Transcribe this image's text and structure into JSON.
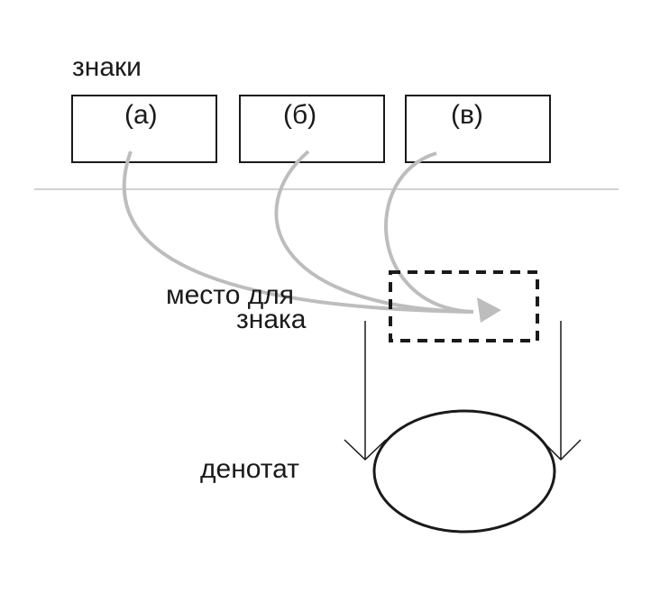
{
  "signs": {
    "heading": "знаки",
    "items": [
      {
        "label": "(а)"
      },
      {
        "label": "(б)"
      },
      {
        "label": "(в)"
      }
    ]
  },
  "slot": {
    "line1": "место для",
    "line2": "знака"
  },
  "denotat": {
    "label": "денотат"
  }
}
